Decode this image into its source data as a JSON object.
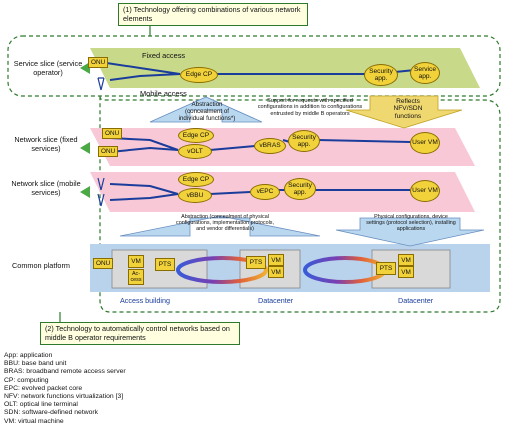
{
  "callouts": {
    "top": "(1) Technology offering combinations of various network elements",
    "bottom": "(2) Technology to automatically control networks based on middle B operator requirements"
  },
  "slices": {
    "service": "Service slice (service operator)",
    "network_fixed": "Network slice (fixed services)",
    "network_mobile": "Network slice (mobile services)",
    "common": "Common platform"
  },
  "labels": {
    "fixed_access": "Fixed access",
    "mobile_access": "Mobile access",
    "access_building": "Access building",
    "datacenter1": "Datacenter",
    "datacenter2": "Datacenter"
  },
  "nodes": {
    "onu": "ONU",
    "edge_cp": "Edge CP",
    "security_app": "Security app.",
    "service_app": "Service app.",
    "volt": "vOLT",
    "vbras": "vBRAS",
    "user_vm": "User VM",
    "vbbu": "vBBU",
    "vepc": "vEPC",
    "vm": "VM",
    "ac_cess": "Ac-cess",
    "pts": "PTS"
  },
  "arrows": {
    "abstraction_top": "Abstraction (concealment of individual functions*)",
    "support": "Support for requests with specified configurations in addition to configurations entrusted by middle B operators",
    "reflects": "Reflects NFV/SDN functions",
    "abstraction_bottom": "Abstraction (concealment of physical configurations, implementation protocols, and vendor differentials)",
    "physical": "Physical configurations, device settings (protocol selection), installing applications"
  },
  "glossary": [
    "App: application",
    "BBU: base band unit",
    "BRAS: broadband remote access server",
    "CP: computing",
    "EPC: evolved packet core",
    "NFV: network functions virtualization [3]",
    "OLT: optical line terminal",
    "SDN: software-defined network",
    "VM: virtual machine"
  ],
  "colors": {
    "service_plane": "#c8d98a",
    "network_plane": "#f8c8d6",
    "common_plane": "#b9d3ec",
    "node_fill": "#f2d23a",
    "link": "#1a3d9c",
    "frame": "#2d7a2d",
    "arrow_fill": "#b9d8f0"
  }
}
